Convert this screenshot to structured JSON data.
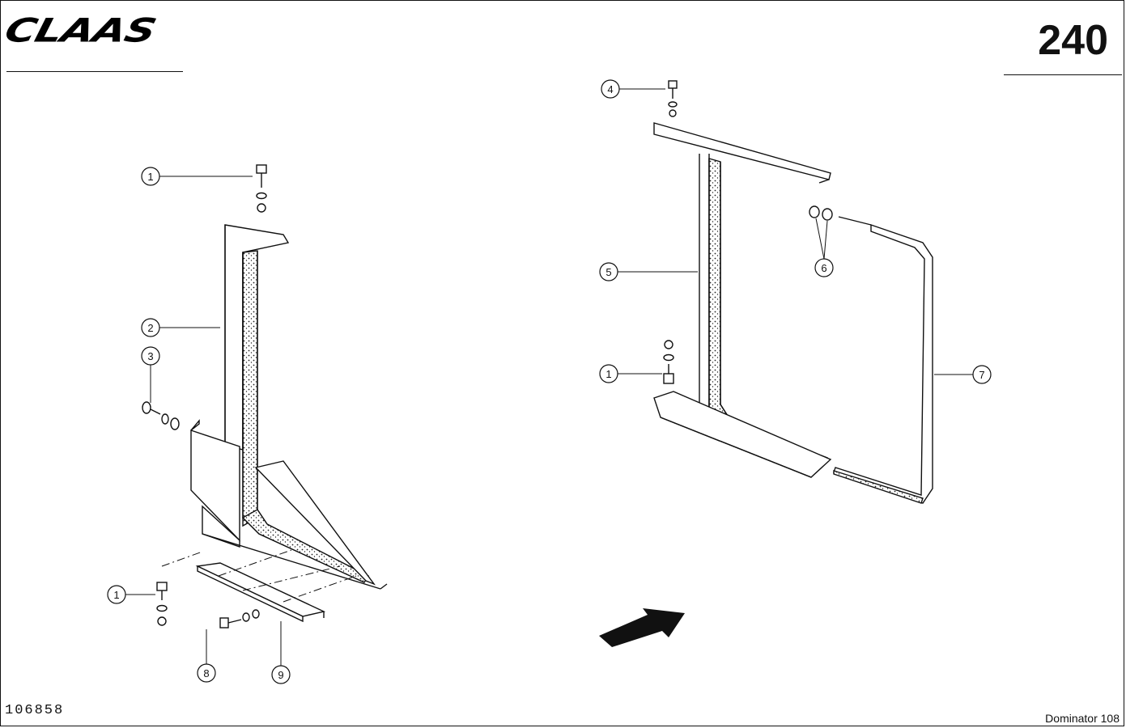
{
  "header": {
    "brand_logo": "CLAAS",
    "page_number": "240"
  },
  "footer": {
    "drawing_number": "106858",
    "model": "Dominator 108"
  },
  "left_assembly": {
    "callouts": [
      {
        "label": "1"
      },
      {
        "label": "2"
      },
      {
        "label": "3"
      },
      {
        "label": "1"
      },
      {
        "label": "8"
      },
      {
        "label": "9"
      }
    ]
  },
  "right_assembly": {
    "callouts": [
      {
        "label": "4"
      },
      {
        "label": "5"
      },
      {
        "label": "6"
      },
      {
        "label": "1"
      },
      {
        "label": "7"
      }
    ]
  },
  "icons": {
    "direction_arrow": "direction-arrow-icon"
  }
}
